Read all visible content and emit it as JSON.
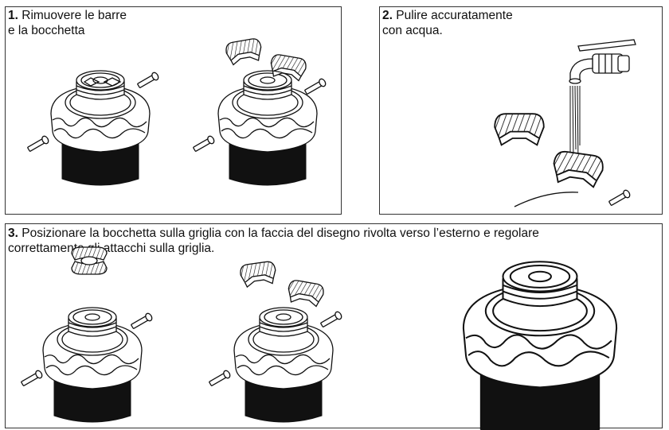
{
  "steps": [
    {
      "num": "1.",
      "lines": [
        "Rimuovere le barre",
        "e la bocchetta"
      ]
    },
    {
      "num": "2.",
      "lines": [
        "Pulire accuratamente",
        "con acqua."
      ]
    },
    {
      "num": "3.",
      "lines": [
        "Posizionare la bocchetta sulla griglia con la faccia del disegno rivolta verso l’esterno e regolare",
        "correttamente gli attacchi sulla griglia."
      ]
    }
  ]
}
